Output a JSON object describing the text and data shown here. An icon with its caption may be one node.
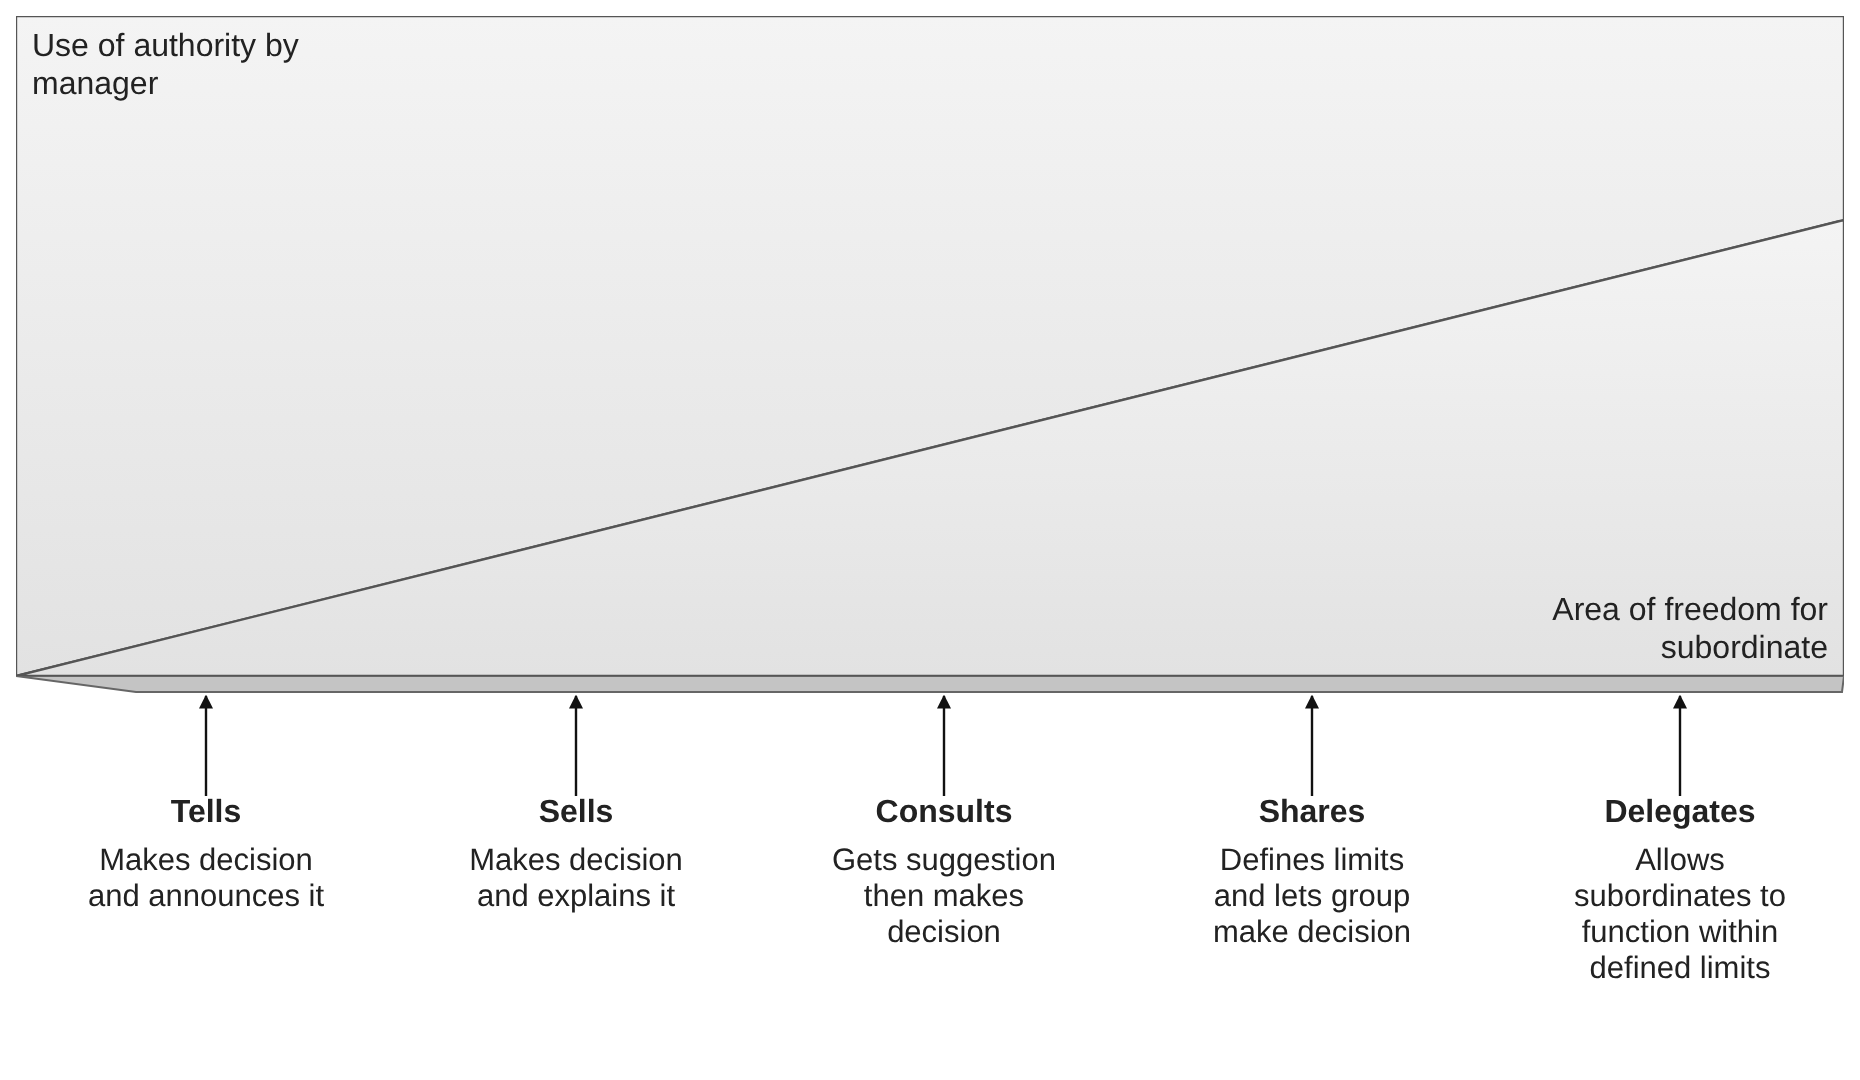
{
  "diagram": {
    "nodes": [
      {
        "text": [
          "Use of authority by manager"
        ]
      },
      {
        "text": [
          "Area of freedom for subordinate"
        ]
      },
      {
        "text": [],
        "shape": "bar"
      },
      {
        "text": [
          "Tells",
          "Makes decision and announces it"
        ]
      },
      {
        "text": [
          "Sells",
          "Makes decision and explains it"
        ]
      },
      {
        "text": [
          "Consults",
          "Gets suggestion then makes decision"
        ]
      },
      {
        "text": [
          "Shares",
          "Defines limits and lets group make decision"
        ]
      },
      {
        "text": [
          "Delegates",
          "Allows subordinates to function within defined limits"
        ]
      }
    ],
    "edges": [
      {
        "from": 3,
        "to": 2,
        "arrow": "to"
      },
      {
        "from": 4,
        "to": 2,
        "arrow": "to"
      },
      {
        "from": 5,
        "to": 2,
        "arrow": "to"
      },
      {
        "from": 6,
        "to": 2,
        "arrow": "to"
      },
      {
        "from": 7,
        "to": 2,
        "arrow": "to"
      }
    ]
  }
}
